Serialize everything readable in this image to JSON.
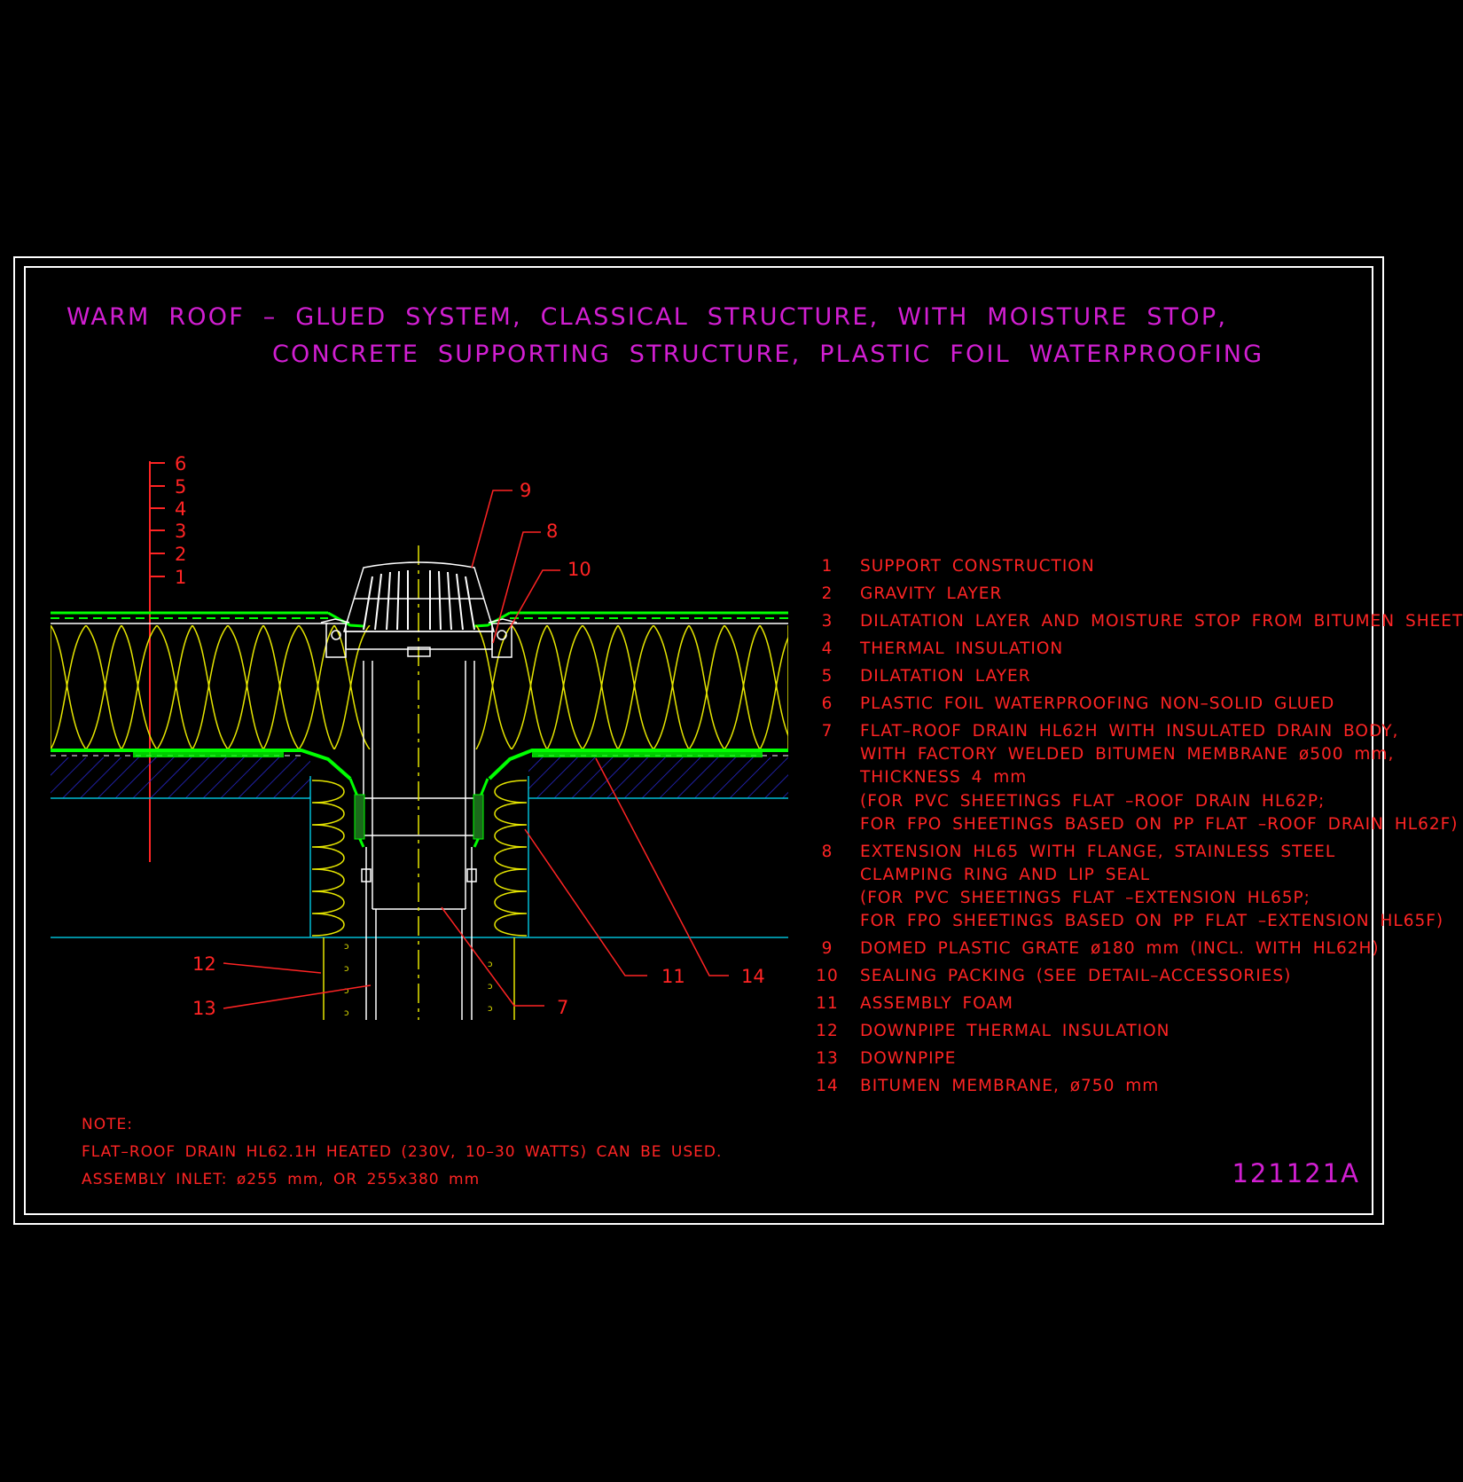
{
  "title": {
    "line1": "WARM ROOF – GLUED SYSTEM, CLASSICAL STRUCTURE, WITH MOISTURE STOP,",
    "line2": "CONCRETE SUPPORTING STRUCTURE, PLASTIC FOIL WATERPROOFING"
  },
  "layer_scale": [
    "6",
    "5",
    "4",
    "3",
    "2",
    "1"
  ],
  "callouts": {
    "c9": "9",
    "c8": "8",
    "c10": "10",
    "c12": "12",
    "c13": "13",
    "c11": "11",
    "c14": "14",
    "c7": "7"
  },
  "legend": [
    {
      "num": "1",
      "lines": [
        "SUPPORT CONSTRUCTION"
      ]
    },
    {
      "num": "2",
      "lines": [
        "GRAVITY LAYER"
      ]
    },
    {
      "num": "3",
      "lines": [
        "DILATATION LAYER AND MOISTURE STOP FROM BITUMEN SHEET"
      ]
    },
    {
      "num": "4",
      "lines": [
        "THERMAL INSULATION"
      ]
    },
    {
      "num": "5",
      "lines": [
        "DILATATION LAYER"
      ]
    },
    {
      "num": "6",
      "lines": [
        "PLASTIC FOIL WATERPROOFING NON–SOLID GLUED"
      ]
    },
    {
      "num": "7",
      "lines": [
        "FLAT–ROOF DRAIN HL62H WITH INSULATED DRAIN BODY,",
        "WITH FACTORY WELDED BITUMEN MEMBRANE ø500 mm,",
        "THICKNESS 4 mm",
        "(FOR PVC SHEETINGS FLAT –ROOF DRAIN HL62P;",
        "FOR FPO SHEETINGS BASED ON PP FLAT –ROOF DRAIN HL62F)"
      ]
    },
    {
      "num": "8",
      "lines": [
        "EXTENSION HL65 WITH FLANGE, STAINLESS STEEL",
        "CLAMPING RING AND LIP SEAL",
        "(FOR PVC SHEETINGS FLAT –EXTENSION HL65P;",
        "FOR FPO SHEETINGS BASED ON PP FLAT –EXTENSION HL65F)"
      ]
    },
    {
      "num": "9",
      "lines": [
        "DOMED PLASTIC GRATE ø180 mm (INCL. WITH HL62H)"
      ]
    },
    {
      "num": "10",
      "lines": [
        "SEALING PACKING (SEE DETAIL–ACCESSORIES)"
      ]
    },
    {
      "num": "11",
      "lines": [
        "ASSEMBLY FOAM"
      ]
    },
    {
      "num": "12",
      "lines": [
        "DOWNPIPE THERMAL INSULATION"
      ]
    },
    {
      "num": "13",
      "lines": [
        "DOWNPIPE"
      ]
    },
    {
      "num": "14",
      "lines": [
        "BITUMEN MEMBRANE, ø750 mm"
      ]
    }
  ],
  "note": {
    "heading": "NOTE:",
    "line1": "FLAT–ROOF DRAIN HL62.1H HEATED (230V, 10–30 WATTS) CAN BE USED.",
    "line2": "ASSEMBLY INLET: ø255 mm, OR 255x380 mm"
  },
  "drawing_code": "121121A",
  "colors": {
    "background": "#000000",
    "title": "#d21fd2",
    "text": "#ff2424",
    "insulation": "#e6e600",
    "membrane": "#00ff00",
    "concrete_hatch": "#2a2ad6",
    "concrete_line": "#00bcd4",
    "drain": "#ffffff"
  }
}
